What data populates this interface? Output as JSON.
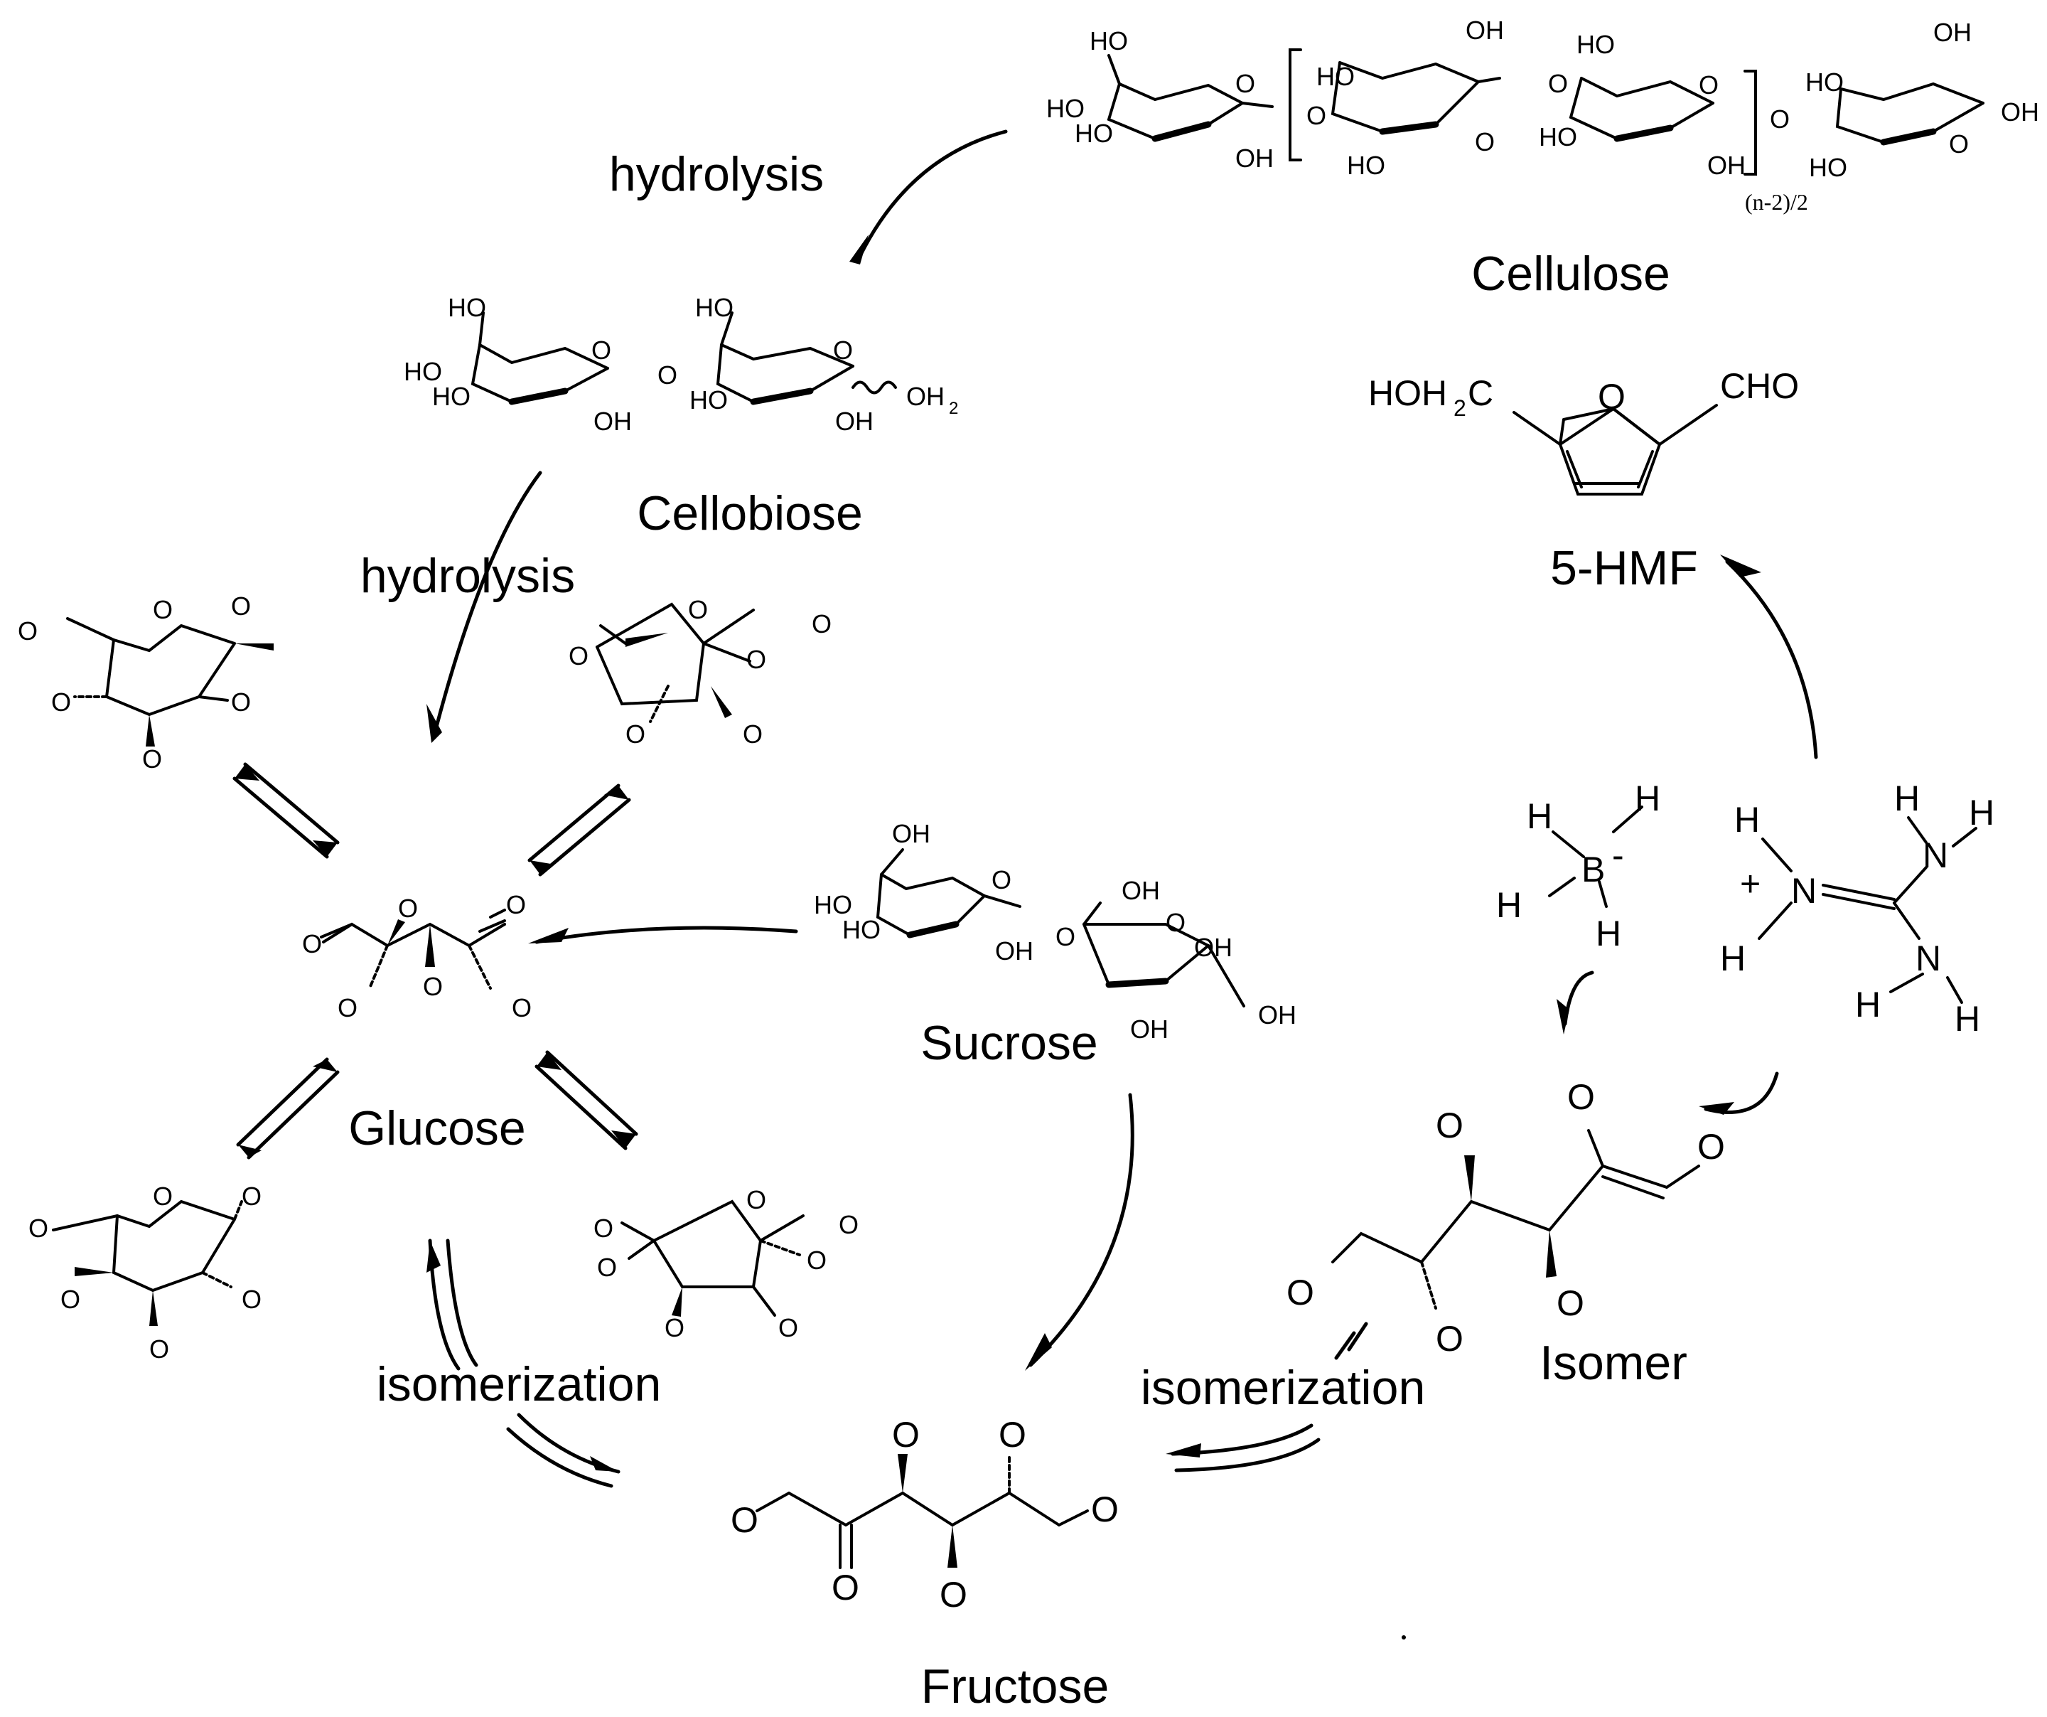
{
  "labels": {
    "cellulose": "Cellulose",
    "cellobiose": "Cellobiose",
    "glucose": "Glucose",
    "sucrose": "Sucrose",
    "fructose": "Fructose",
    "isomer": "Isomer",
    "hmf": "5-HMF"
  },
  "steps": {
    "hydrolysis_top": "hydrolysis",
    "hydrolysis_mid": "hydrolysis",
    "isomerization_left": "isomerization",
    "isomerization_right": "isomerization"
  },
  "atoms": {
    "O": "O",
    "OH": "OH",
    "HO": "HO",
    "H": "H",
    "B": "B",
    "N": "N",
    "CHO": "CHO",
    "HOH2C_a": "HOH",
    "HOH2C_sub": "2",
    "HOH2C_b": "C",
    "OH2_a": "OH",
    "OH2_sub": "2",
    "minus": "-",
    "plus": "+",
    "repeat": "(n-2)/2"
  }
}
